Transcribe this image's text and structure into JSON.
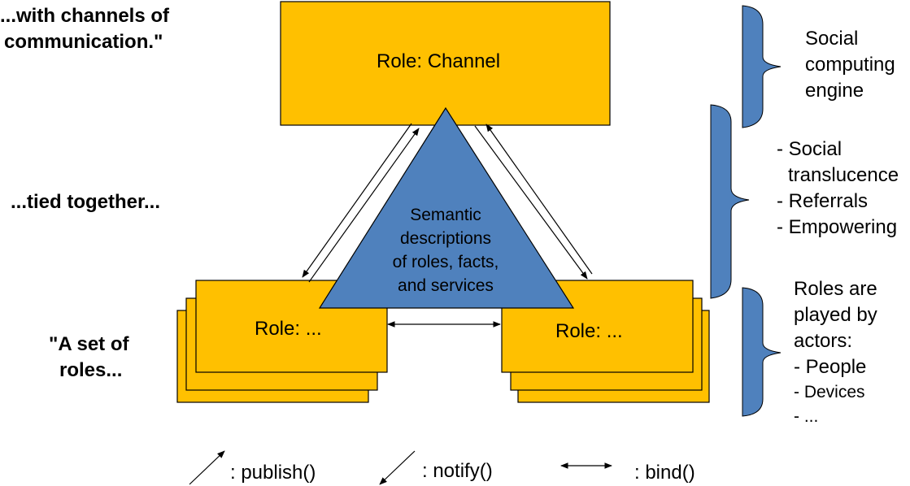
{
  "left_labels": {
    "top": [
      "...with channels of",
      "communication.\""
    ],
    "middle": "...tied together...",
    "bottom": [
      "\"A set of",
      "roles..."
    ]
  },
  "roles": {
    "channel": "Role: Channel",
    "left": "Role: ...",
    "right": "Role:  ..."
  },
  "triangle_text": [
    "Semantic",
    "descriptions",
    "of roles, facts,",
    "and services"
  ],
  "right_labels": {
    "top": [
      "Social",
      "computing",
      "engine"
    ],
    "middle": [
      "- Social",
      "translucence",
      "- Referrals",
      "- Empowering"
    ],
    "bottom": [
      "Roles are",
      "played by",
      "actors:",
      "- People",
      "- Devices",
      "- ..."
    ]
  },
  "legend": {
    "publish": ": publish()",
    "notify": ": notify()",
    "bind": ": bind()"
  },
  "colors": {
    "role_fill": "#FFC000",
    "triangle_fill": "#4F81BD",
    "brace_fill": "#4F81BD",
    "stroke": "#000000"
  }
}
